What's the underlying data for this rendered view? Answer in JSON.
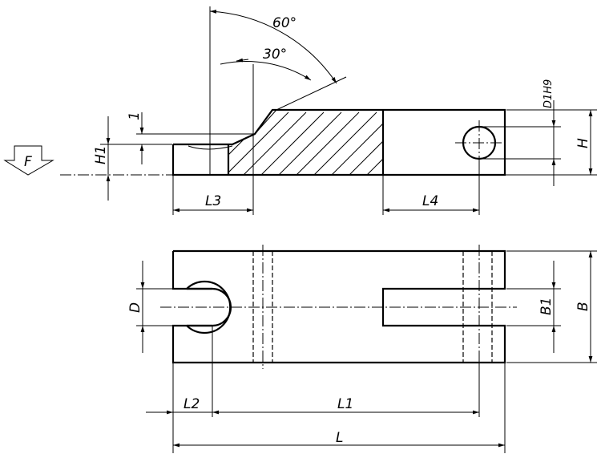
{
  "labels": {
    "force": "F",
    "h1": "H1",
    "offset": "1",
    "l3": "L3",
    "l4": "L4",
    "d1": "D1H9",
    "h": "H",
    "angle60": "60°",
    "angle30": "30°",
    "d": "D",
    "b1": "B1",
    "b": "B",
    "l2": "L2",
    "l1": "L1",
    "l": "L"
  }
}
